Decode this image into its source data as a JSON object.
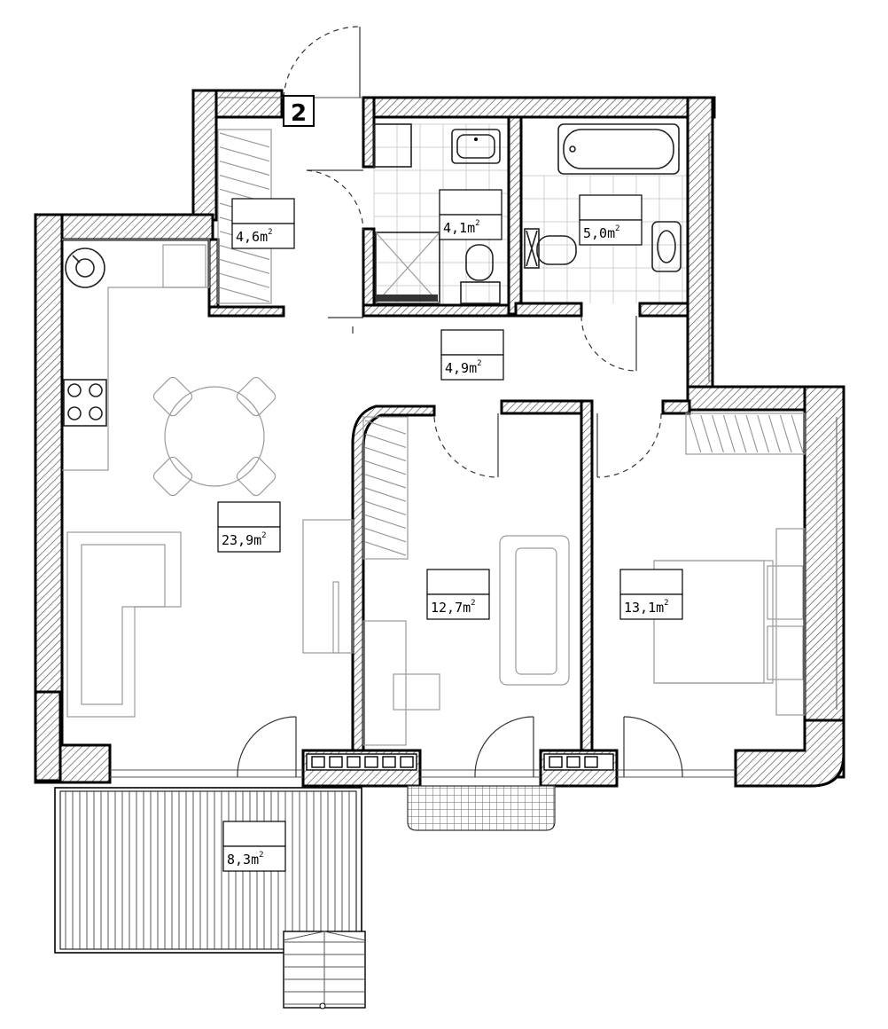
{
  "entrance_marker": "2",
  "area_unit": "m",
  "area_exponent": "2",
  "rooms": [
    {
      "id": "wardrobe",
      "area": "4,6"
    },
    {
      "id": "wc",
      "area": "4,1"
    },
    {
      "id": "bathroom",
      "area": "5,0"
    },
    {
      "id": "hall",
      "area": "4,9"
    },
    {
      "id": "living-kitchen",
      "area": "23,9"
    },
    {
      "id": "bedroom-middle",
      "area": "12,7"
    },
    {
      "id": "bedroom-right",
      "area": "13,1"
    },
    {
      "id": "terrace",
      "area": "8,3"
    }
  ]
}
